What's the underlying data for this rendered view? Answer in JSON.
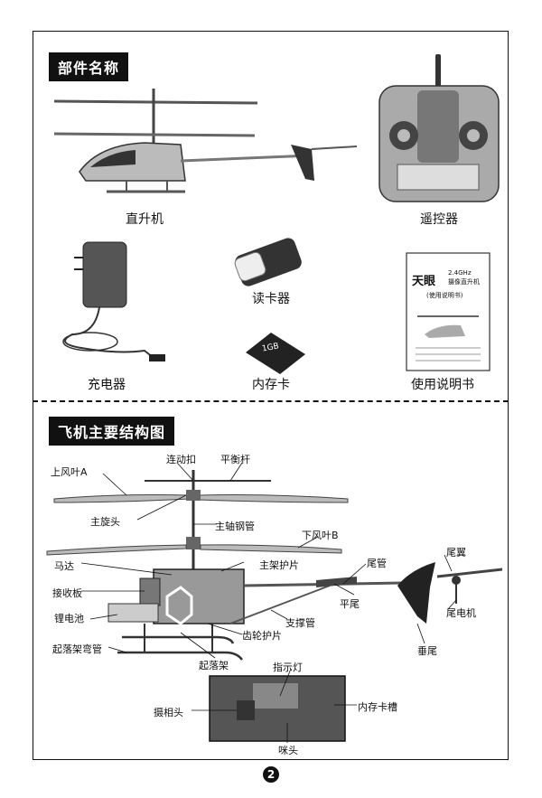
{
  "parts": {
    "title": "部件名称",
    "helicopter": "直升机",
    "remote": "遥控器",
    "card_reader": "读卡器",
    "charger": "充电器",
    "memory_card": "内存卡",
    "manual": "使用说明书",
    "card_text": "1GB",
    "manual_cover": {
      "brand": "天眼",
      "tag": "2.4GHz",
      "subtitle": "摄像直升机",
      "note": "(使用说明书)"
    }
  },
  "structure": {
    "title": "飞机主要结构图",
    "labels": {
      "link_buckle": "连动扣",
      "balance_bar": "平衡杆",
      "upper_blade": "上风叶A",
      "rotor_head": "主旋头",
      "main_shaft": "主轴钢管",
      "lower_blade": "下风叶B",
      "motor": "马达",
      "main_frame": "主架护片",
      "tail_pipe": "尾管",
      "tail_fin": "尾翼",
      "receiver": "接收板",
      "horizontal_tail": "平尾",
      "tail_motor": "尾电机",
      "battery": "锂电池",
      "support_pipe": "支撑管",
      "gear_guard": "齿轮护片",
      "skid_bend": "起落架弯管",
      "vertical_tail": "垂尾",
      "landing_gear": "起落架",
      "indicator": "指示灯",
      "camera": "摄相头",
      "card_slot": "内存卡槽",
      "microphone": "咪头"
    }
  },
  "page_number": "2",
  "colors": {
    "ink": "#111111",
    "paper": "#ffffff"
  }
}
